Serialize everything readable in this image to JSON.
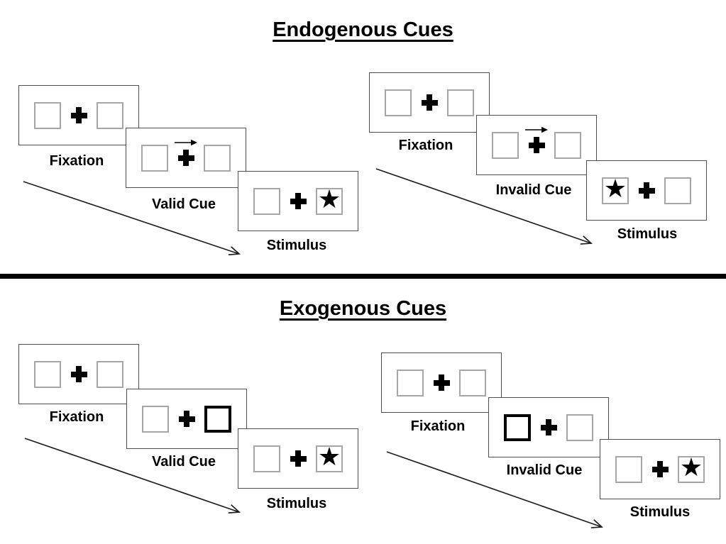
{
  "diagram": {
    "sections": [
      {
        "title": "Endogenous Cues",
        "panels": [
          {
            "condition": "valid",
            "steps": [
              {
                "type": "fixation",
                "label": "Fixation"
              },
              {
                "type": "endogenous-cue",
                "cue": "arrow-right",
                "label": "Valid Cue"
              },
              {
                "type": "stimulus",
                "star_position": "right",
                "label": "Stimulus"
              }
            ]
          },
          {
            "condition": "invalid",
            "steps": [
              {
                "type": "fixation",
                "label": "Fixation"
              },
              {
                "type": "endogenous-cue",
                "cue": "arrow-right",
                "label": "Invalid Cue"
              },
              {
                "type": "stimulus",
                "star_position": "left",
                "label": "Stimulus"
              }
            ]
          }
        ]
      },
      {
        "title": "Exogenous Cues",
        "panels": [
          {
            "condition": "valid",
            "steps": [
              {
                "type": "fixation",
                "label": "Fixation"
              },
              {
                "type": "exogenous-cue",
                "cue": "bold-box-right",
                "label": "Valid Cue"
              },
              {
                "type": "stimulus",
                "star_position": "right",
                "label": "Stimulus"
              }
            ]
          },
          {
            "condition": "invalid",
            "steps": [
              {
                "type": "fixation",
                "label": "Fixation"
              },
              {
                "type": "exogenous-cue",
                "cue": "bold-box-left",
                "label": "Invalid Cue"
              },
              {
                "type": "stimulus",
                "star_position": "right",
                "label": "Stimulus"
              }
            ]
          }
        ]
      }
    ],
    "icons": {
      "star": "★",
      "fixation_cross": "plus-cross",
      "cue_arrow": "right-arrow"
    },
    "colors": {
      "card_border": "#4f4f4f",
      "box_border": "#a6a6a6",
      "bold_box_border": "#000000",
      "ink": "#000000",
      "background": "#ffffff"
    }
  }
}
